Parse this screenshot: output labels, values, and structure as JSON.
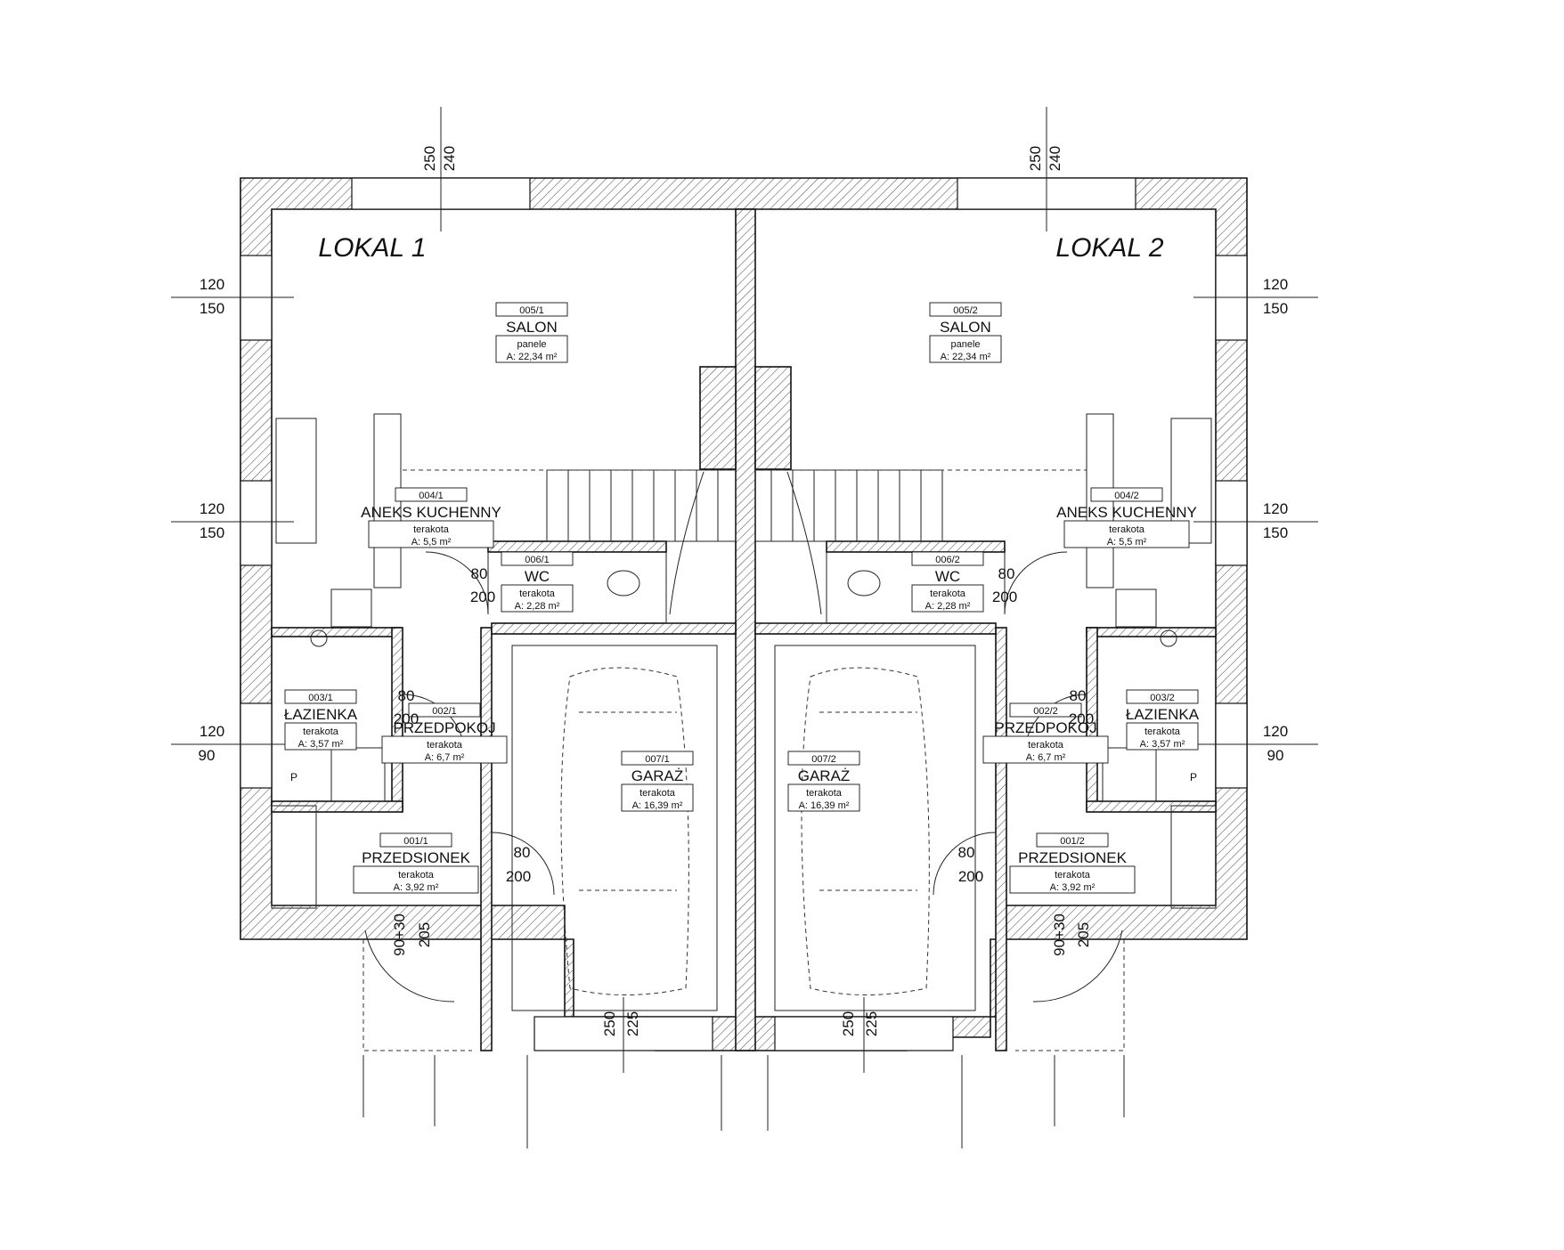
{
  "units": [
    "LOKAL 1",
    "LOKAL 2"
  ],
  "rooms": [
    {
      "code": "005/1",
      "name": "SALON",
      "finish": "panele",
      "area": "A: 22,34 m²"
    },
    {
      "code": "004/1",
      "name": "ANEKS KUCHENNY",
      "finish": "terakota",
      "area": "A: 5,5 m²"
    },
    {
      "code": "006/1",
      "name": "WC",
      "finish": "terakota",
      "area": "A: 2,28 m²"
    },
    {
      "code": "003/1",
      "name": "ŁAZIENKA",
      "finish": "terakota",
      "area": "A: 3,57 m²"
    },
    {
      "code": "002/1",
      "name": "PRZEDPOKOJ",
      "finish": "terakota",
      "area": "A: 6,7 m²"
    },
    {
      "code": "007/1",
      "name": "GARAŻ",
      "finish": "terakota",
      "area": "A: 16,39 m²"
    },
    {
      "code": "001/1",
      "name": "PRZEDSIONEK",
      "finish": "terakota",
      "area": "A: 3,92 m²"
    },
    {
      "code": "005/2",
      "name": "SALON",
      "finish": "panele",
      "area": "A: 22,34 m²"
    },
    {
      "code": "004/2",
      "name": "ANEKS KUCHENNY",
      "finish": "terakota",
      "area": "A: 5,5 m²"
    },
    {
      "code": "006/2",
      "name": "WC",
      "finish": "terakota",
      "area": "A: 2,28 m²"
    },
    {
      "code": "003/2",
      "name": "ŁAZIENKA",
      "finish": "terakota",
      "area": "A: 3,57 m²"
    },
    {
      "code": "002/2",
      "name": "PRZEDPOKOJ",
      "finish": "terakota",
      "area": "A: 6,7 m²"
    },
    {
      "code": "007/2",
      "name": "GARAŻ",
      "finish": "terakota",
      "area": "A: 16,39 m²"
    },
    {
      "code": "001/2",
      "name": "PRZEDSIONEK",
      "finish": "terakota",
      "area": "A: 3,92 m²"
    }
  ],
  "dims": [
    "250",
    "240",
    "250",
    "240",
    "120",
    "150",
    "120",
    "150",
    "120",
    "90",
    "120",
    "150",
    "120",
    "150",
    "120",
    "90",
    "80",
    "200",
    "80",
    "200",
    "80",
    "200",
    "80",
    "200",
    "80",
    "200",
    "80",
    "200",
    "90+30",
    "205",
    "90+30",
    "205",
    "250",
    "225",
    "250",
    "225"
  ],
  "symbols": [
    "P",
    "P"
  ]
}
